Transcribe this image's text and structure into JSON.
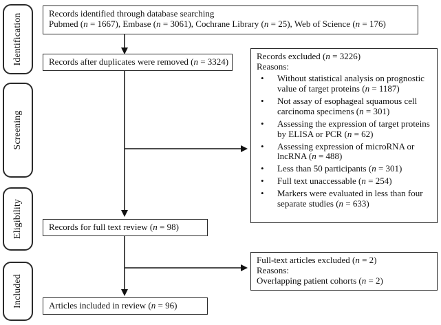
{
  "stages": {
    "identification": "Identification",
    "screening": "Screening",
    "eligibility": "Eligibility",
    "included": "Included"
  },
  "boxes": {
    "identified": {
      "line1": "Records identified through database searching",
      "line2_pre": "Pubmed (",
      "n": "n",
      "pubmed": " = 1667), Embase (",
      "embase": " = 3061), Cochrane Library (",
      "cochrane": " = 25), Web of Science (",
      "wos": " = 176)"
    },
    "duplicates": {
      "pre": "Records after duplicates were removed (",
      "n": "n",
      "post": " = 3324)"
    },
    "excluded": {
      "title_pre": "Records excluded (",
      "n": "n",
      "title_post": " = 3226)",
      "reasons": "Reasons:",
      "items": [
        {
          "pre": "Without statistical analysis on prognostic value of target proteins (",
          "n": "n",
          "post": " = 1187)"
        },
        {
          "pre": "Not assay of esophageal squamous cell carcinoma specimens (",
          "n": "n",
          "post": " = 301)"
        },
        {
          "pre": "Assessing the expression of target proteins by ELISA or PCR (",
          "n": "n",
          "post": " = 62)"
        },
        {
          "pre": "Assessing expression of microRNA or lncRNA (",
          "n": "n",
          "post": " = 488)"
        },
        {
          "pre": "Less than 50 participants (",
          "n": "n",
          "post": " = 301)"
        },
        {
          "pre": "Full text unaccessable (",
          "n": "n",
          "post": " = 254)"
        },
        {
          "pre": "Markers were evaluated in less than four separate studies (",
          "n": "n",
          "post": " = 633)"
        }
      ]
    },
    "fulltext": {
      "pre": "Records for full text review (",
      "n": "n",
      "post": " = 98)"
    },
    "fulltext_excluded": {
      "line1_pre": "Full-text articles excluded (",
      "n": "n",
      "line1_post": " = 2)",
      "reasons": "Reasons:",
      "line3_pre": "Overlapping patient cohorts (",
      "line3_post": " = 2)"
    },
    "included": {
      "pre": "Articles included in review (",
      "n": "n",
      "post": " = 96)"
    }
  }
}
